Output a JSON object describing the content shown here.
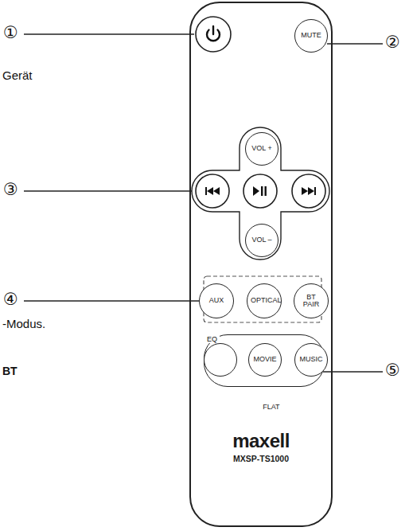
{
  "diagram": {
    "nodes": [
      {
        "text": [
          "maxell",
          "MXSP-TS1000"
        ]
      },
      {
        "text": [
          "MUTE"
        ],
        "in": 0
      },
      {
        "text": [
          "VOL +"
        ],
        "in": 0
      },
      {
        "text": [
          "VOL –"
        ],
        "in": 0
      },
      {
        "text": [
          "AUX"
        ],
        "in": 0
      },
      {
        "text": [
          "OPTICAL"
        ],
        "in": 0
      },
      {
        "text": [
          "BT PAIR"
        ],
        "in": 0
      },
      {
        "text": [
          "EQ"
        ],
        "in": 0
      },
      {
        "text": [
          "FLAT"
        ],
        "in": 7
      },
      {
        "text": [
          "MOVIE"
        ],
        "in": 7
      },
      {
        "text": [
          "MUSIC"
        ],
        "in": 7
      }
    ],
    "labels": [
      "①",
      "②",
      "③",
      "④",
      "⑤",
      "Gerät",
      "-Modus.",
      "BT"
    ]
  }
}
